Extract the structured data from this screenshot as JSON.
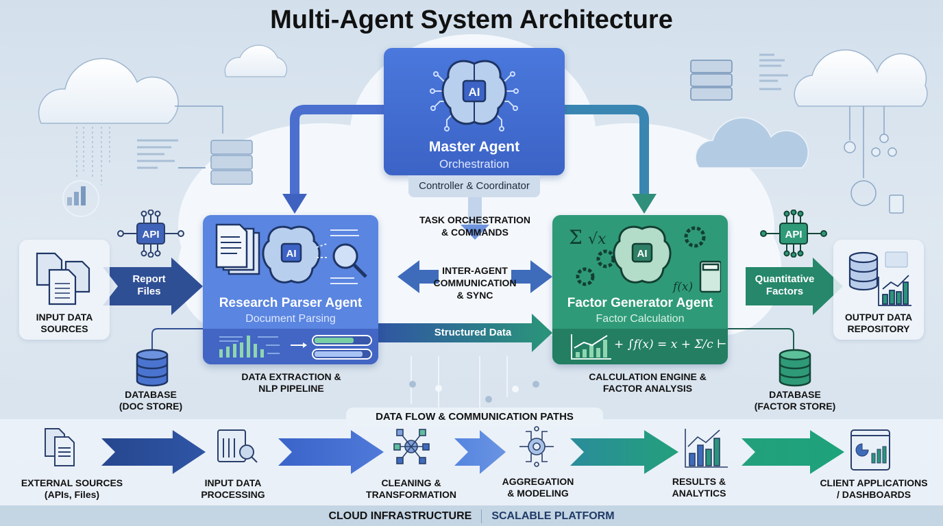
{
  "title": "Multi-Agent System Architecture",
  "colors": {
    "master_blue": "#4a78dc",
    "research_blue": "#5a85e0",
    "factor_green": "#2f9a77",
    "dark_blue": "#2f4f95",
    "background": "#dfe8f1"
  },
  "master_agent": {
    "icon": "ai-brain-icon",
    "chip_label": "AI",
    "name": "Master Agent",
    "subtitle": "Orchestration",
    "role": "Controller & Coordinator"
  },
  "research_agent": {
    "icons": [
      "document-stack-icon",
      "ai-brain-icon",
      "magnifier-icon"
    ],
    "chip_label": "AI",
    "name": "Research Parser Agent",
    "subtitle": "Document Parsing",
    "caption_line1": "DATA EXTRACTION &",
    "caption_line2": "NLP PIPELINE"
  },
  "factor_agent": {
    "icons": [
      "sigma-icon",
      "gear-icon",
      "ai-brain-icon",
      "calculator-icon"
    ],
    "chip_label": "AI",
    "name": "Factor Generator Agent",
    "subtitle": "Factor Calculation",
    "formula": "+ ∫f(x) = x + Σ/c ⊢ √r/n",
    "caption_line1": "CALCULATION ENGINE &",
    "caption_line2": "FACTOR ANALYSIS"
  },
  "center_labels": {
    "task_line1": "TASK ORCHESTRATION",
    "task_line2": "& COMMANDS",
    "inter_line1": "INTER-AGENT",
    "inter_line2": "COMMUNICATION",
    "inter_line3": "& SYNC",
    "structured_data": "Structured Data"
  },
  "left_side": {
    "api_label": "API",
    "input_line1": "INPUT DATA",
    "input_line2": "SOURCES",
    "arrow_line1": "Report",
    "arrow_line2": "Files",
    "db_line1": "DATABASE",
    "db_line2": "(DOC STORE)"
  },
  "right_side": {
    "api_label": "API",
    "output_line1": "OUTPUT DATA",
    "output_line2": "REPOSITORY",
    "arrow_line1": "Quantitative",
    "arrow_line2": "Factors",
    "db_line1": "DATABASE",
    "db_line2": "(FACTOR STORE)"
  },
  "flow": {
    "title": "DATA FLOW & COMMUNICATION PATHS",
    "steps": [
      {
        "icon": "documents-icon",
        "line1": "EXTERNAL SOURCES",
        "line2": "(APIs, Files)"
      },
      {
        "icon": "data-processing-icon",
        "line1": "INPUT DATA",
        "line2": "PROCESSING"
      },
      {
        "icon": "network-gear-icon",
        "line1": "CLEANING &",
        "line2": "TRANSFORMATION"
      },
      {
        "icon": "gear-circuit-icon",
        "line1": "AGGREGATION",
        "line2": "& MODELING"
      },
      {
        "icon": "bar-chart-icon",
        "line1": "RESULTS &",
        "line2": "ANALYTICS"
      },
      {
        "icon": "dashboard-icon",
        "line1": "CLIENT APPLICATIONS",
        "line2": "/ DASHBOARDS"
      }
    ]
  },
  "footer": {
    "left": "CLOUD INFRASTRUCTURE",
    "right": "SCALABLE PLATFORM"
  }
}
